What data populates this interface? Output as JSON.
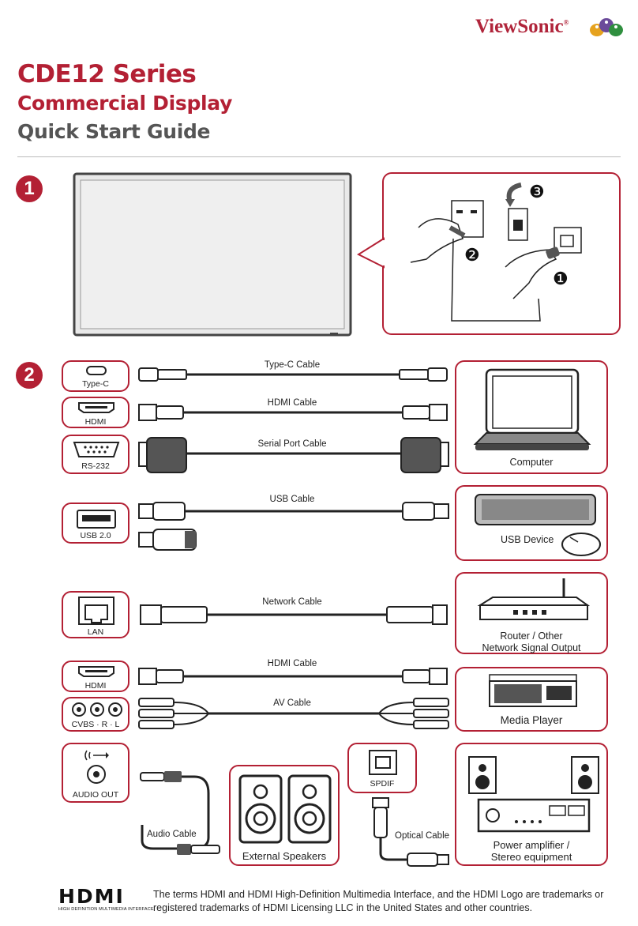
{
  "brand": {
    "name": "ViewSonic",
    "mark": "®"
  },
  "title": {
    "series": "CDE12 Series",
    "product": "Commercial Display",
    "guide": "Quick Start Guide"
  },
  "steps": {
    "one": "1",
    "two": "2"
  },
  "power_steps": {
    "a": "❶",
    "b": "❷",
    "c": "❸"
  },
  "ports": {
    "typec": "Type-C",
    "hdmi1": "HDMI",
    "rs232": "RS-232",
    "usb": "USB 2.0",
    "lan": "LAN",
    "hdmi2": "HDMI",
    "av": "CVBS · R · L",
    "audio": "AUDIO OUT",
    "spdif": "SPDIF"
  },
  "cables": {
    "typec": "Type-C Cable",
    "hdmi1": "HDMI Cable",
    "serial": "Serial Port Cable",
    "usb": "USB Cable",
    "network": "Network Cable",
    "hdmi2": "HDMI Cable",
    "av": "AV Cable",
    "audio": "Audio Cable",
    "optical": "Optical Cable"
  },
  "devices": {
    "computer": "Computer",
    "usb": "USB Device",
    "router": "Router / Other\nNetwork Signal Output",
    "media": "Media Player",
    "speakers": "External Speakers",
    "amp": "Power amplifier /\nStereo equipment"
  },
  "footer": {
    "logo": "HDMI",
    "logo_sub": "HIGH DEFINITION MULTIMEDIA INTERFACE",
    "line1": "The terms HDMI and HDMI High-Definition Multimedia Interface, and the HDMI Logo are trademarks or",
    "line2": "registered trademarks of HDMI Licensing LLC in the United States and other countries."
  },
  "colors": {
    "accent": "#b32034",
    "line": "#222222"
  }
}
